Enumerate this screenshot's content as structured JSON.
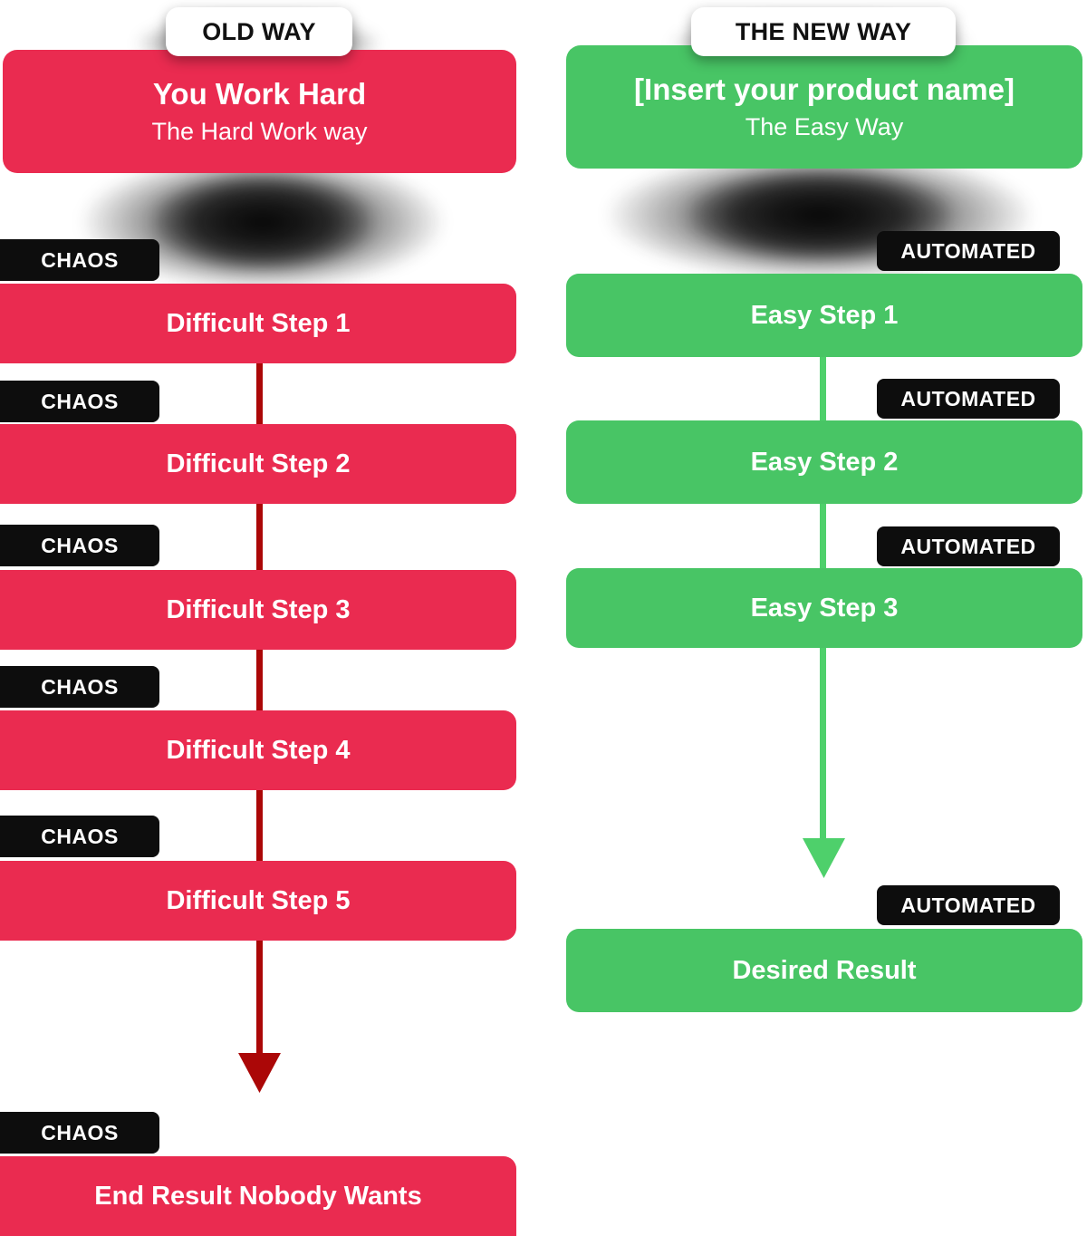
{
  "colors": {
    "red": "#ea2b50",
    "green": "#48c565",
    "dark_red_arrow": "#ab0707",
    "green_arrow": "#4ed06b",
    "label_black": "#0d0d0d",
    "background": "#ffffff"
  },
  "old_way": {
    "badge": "OLD WAY",
    "header": {
      "title": "You Work Hard",
      "subtitle": "The Hard Work way"
    },
    "chaos_label": "CHAOS",
    "steps": [
      "Difficult Step 1",
      "Difficult Step 2",
      "Difficult Step 3",
      "Difficult Step 4",
      "Difficult Step 5"
    ],
    "result": "End Result Nobody Wants"
  },
  "new_way": {
    "badge": "THE NEW WAY",
    "header": {
      "title": "[Insert your product name]",
      "subtitle": "The Easy Way"
    },
    "automated_label": "AUTOMATED",
    "steps": [
      "Easy Step 1",
      "Easy Step 2",
      "Easy Step 3"
    ],
    "result": "Desired Result"
  }
}
